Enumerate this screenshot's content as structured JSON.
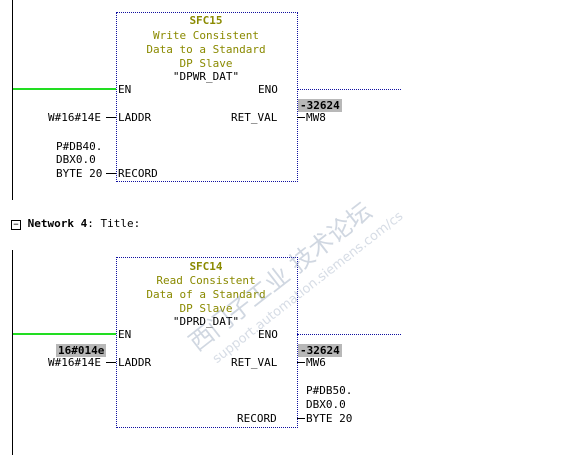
{
  "network3": {
    "block_name": "SFC15",
    "description": [
      "Write Consistent",
      "Data to a Standard",
      "DP Slave"
    ],
    "symbol": "\"DPWR_DAT\"",
    "pin_en": "EN",
    "pin_eno": "ENO",
    "pin_laddr": "LADDR",
    "pin_ret_val": "RET_VAL",
    "pin_record": "RECORD",
    "laddr_value": "W#16#14E",
    "ret_val_status": "-32624",
    "ret_val_operand": "MW8",
    "record_value": [
      "P#DB40.",
      "DBX0.0",
      "BYTE 20"
    ]
  },
  "network4": {
    "header_toggle": "⊟",
    "header_label": "Network 4",
    "header_sep": ": ",
    "header_title": "Title:",
    "block_name": "SFC14",
    "description": [
      "Read Consistent",
      "Data of a Standard",
      "DP Slave"
    ],
    "symbol": "\"DPRD_DAT\"",
    "pin_en": "EN",
    "pin_eno": "ENO",
    "pin_laddr": "LADDR",
    "pin_ret_val": "RET_VAL",
    "pin_record": "RECORD",
    "laddr_status": "16#014e",
    "laddr_value": "W#16#14E",
    "ret_val_status": "-32624",
    "ret_val_operand": "MW6",
    "record_value": [
      "P#DB50.",
      "DBX0.0",
      "BYTE 20"
    ]
  },
  "watermark": {
    "line1": "西门子工业 技术论坛",
    "line2": "support.automation.siemens.com/cs"
  },
  "colors": {
    "power_flow": "#22dd22",
    "box_border": "#1010a0",
    "block_text": "#8a8a00",
    "status_highlight": "#b8b8b8"
  }
}
